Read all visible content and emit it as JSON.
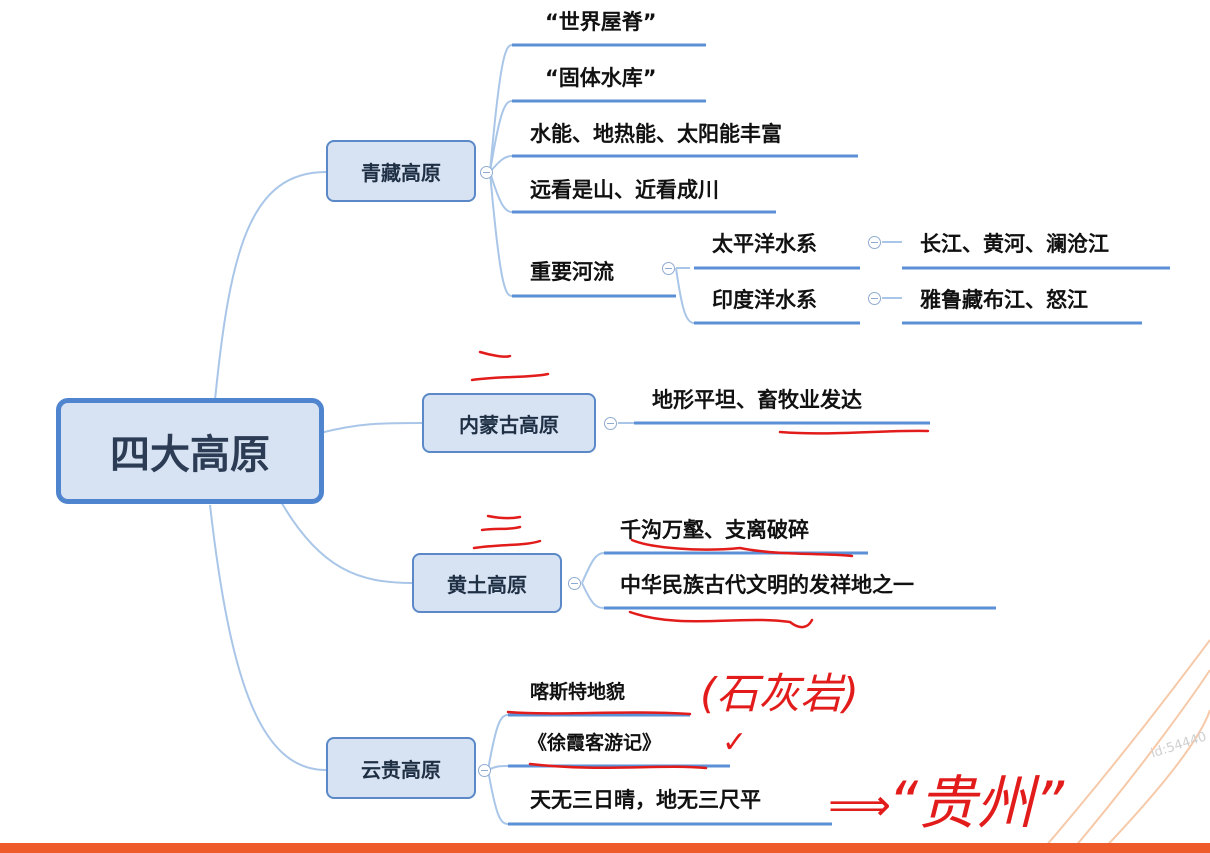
{
  "root": {
    "label": "四大高原"
  },
  "plateaus": [
    {
      "label": "青藏高原",
      "items": [
        "“世界屋脊”",
        "“固体水库”",
        "水能、地热能、太阳能丰富",
        "远看是山、近看成川"
      ],
      "rivers": {
        "label": "重要河流",
        "systems": [
          {
            "label": "太平洋水系",
            "rivers": "长江、黄河、澜沧江"
          },
          {
            "label": "印度洋水系",
            "rivers": "雅鲁藏布江、怒江"
          }
        ]
      }
    },
    {
      "label": "内蒙古高原",
      "items": [
        "地形平坦、畜牧业发达"
      ]
    },
    {
      "label": "黄土高原",
      "items": [
        "千沟万壑、支离破碎",
        "中华民族古代文明的发祥地之一"
      ]
    },
    {
      "label": "云贵高原",
      "items": [
        "喀斯特地貌",
        "《徐霞客游记》",
        "天无三日晴，地无三尺平"
      ]
    }
  ],
  "annotations": {
    "rank_two": "二",
    "rank_three": "三",
    "karst_note": "(石灰岩)",
    "check_mark": "✓",
    "arrow": "⟹",
    "guizhou": "“贵州”"
  },
  "watermark": "id:54440",
  "colors": {
    "branch": "#a9c6e8",
    "node_fill": "#d7e3f3",
    "node_border": "#5b89c7",
    "ink": "#e21b1b",
    "bar": "#ee5a2a"
  }
}
